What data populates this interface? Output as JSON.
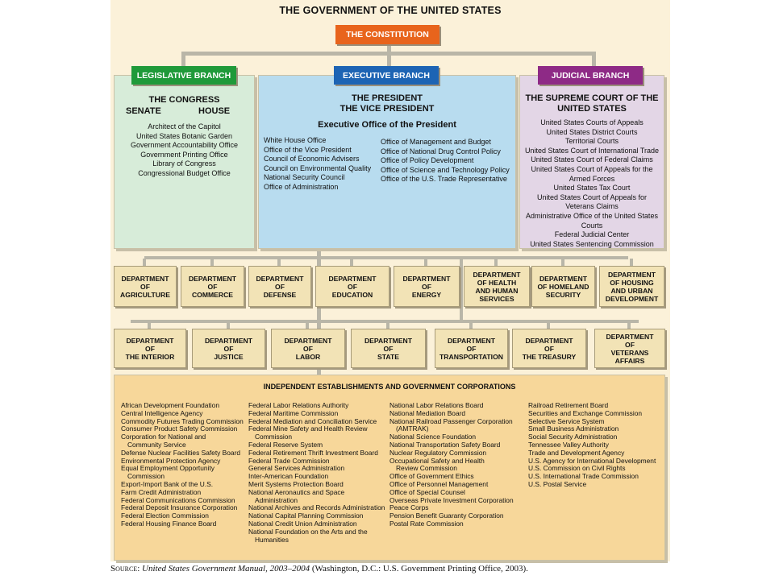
{
  "title": "THE GOVERNMENT OF THE UNITED STATES",
  "constitution": "THE CONSTITUTION",
  "legislative": {
    "label": "LEGISLATIVE BRANCH",
    "heading": "THE CONGRESS",
    "senate": "SENATE",
    "house": "HOUSE",
    "items": [
      "Architect of the Capitol",
      "United States Botanic Garden",
      "Government Accountability Office",
      "Government Printing Office",
      "Library of Congress",
      "Congressional Budget Office"
    ]
  },
  "executive": {
    "label": "EXECUTIVE BRANCH",
    "president": "THE PRESIDENT",
    "vice_president": "THE VICE PRESIDENT",
    "eop": "Executive Office of the President",
    "left_items": [
      "White House Office",
      "Office of the Vice President",
      "Council of Economic Advisers",
      "Council on Environmental Quality",
      "National Security Council",
      "Office of Administration"
    ],
    "right_items": [
      "Office of Management and Budget",
      "Office of National Drug Control Policy",
      "Office of Policy Development",
      "Office of Science and Technology Policy",
      "Office of the U.S. Trade Representative"
    ]
  },
  "judicial": {
    "label": "JUDICIAL BRANCH",
    "heading": "THE SUPREME COURT OF THE UNITED STATES",
    "items": [
      "United States Courts of Appeals",
      "United States District Courts",
      "Territorial Courts",
      "United States Court of International Trade",
      "United States Court of Federal Claims",
      "United States Court of Appeals for the Armed Forces",
      "United States Tax Court",
      "United States Court of Appeals for Veterans Claims",
      "Administrative Office of the United States Courts",
      "Federal Judicial Center",
      "United States Sentencing Commission"
    ]
  },
  "departments_row1": [
    "DEPARTMENT\nOF\nAGRICULTURE",
    "DEPARTMENT\nOF\nCOMMERCE",
    "DEPARTMENT\nOF\nDEFENSE",
    "DEPARTMENT\nOF\nEDUCATION",
    "DEPARTMENT\nOF\nENERGY",
    "DEPARTMENT\nOF HEALTH\nAND HUMAN\nSERVICES",
    "DEPARTMENT\nOF HOMELAND\nSECURITY",
    "DEPARTMENT\nOF HOUSING\nAND URBAN\nDEVELOPMENT"
  ],
  "departments_row2": [
    "DEPARTMENT\nOF\nTHE INTERIOR",
    "DEPARTMENT\nOF\nJUSTICE",
    "DEPARTMENT\nOF\nLABOR",
    "DEPARTMENT\nOF\nSTATE",
    "DEPARTMENT\nOF\nTRANSPORTATION",
    "DEPARTMENT\nOF\nTHE TREASURY",
    "DEPARTMENT\nOF\nVETERANS\nAFFAIRS"
  ],
  "independent": {
    "title": "INDEPENDENT ESTABLISHMENTS AND GOVERNMENT CORPORATIONS",
    "col1": [
      "African Development Foundation",
      "Central Intelligence Agency",
      "Commodity Futures Trading Commission",
      "Consumer Product Safety Commission",
      "Corporation for National and",
      "Community Service",
      "Defense Nuclear Facilities Safety Board",
      "Environmental Protection Agency",
      "Equal Employment Opportunity",
      "Commission",
      "Export-Import Bank of the U.S.",
      "Farm Credit Administration",
      "Federal Communications Commission",
      "Federal Deposit Insurance Corporation",
      "Federal Election Commission",
      "Federal Housing Finance Board"
    ],
    "col2": [
      "Federal Labor Relations Authority",
      "Federal Maritime Commission",
      "Federal Mediation and Conciliation Service",
      "Federal Mine Safety and Health Review",
      "Commission",
      "Federal Reserve System",
      "Federal Retirement Thrift Investment Board",
      "Federal Trade Commission",
      "General Services Administration",
      "Inter-American Foundation",
      "Merit Systems Protection Board",
      "National Aeronautics and Space",
      "Administration",
      "National Archives and Records Administration",
      "National Capital Planning Commission",
      "National Credit Union Administration",
      "National Foundation on the Arts and the",
      "Humanities"
    ],
    "col3": [
      "National Labor Relations Board",
      "National Mediation Board",
      "National Railroad Passenger Corporation",
      "(AMTRAK)",
      "National Science Foundation",
      "National Transportation Safety Board",
      "Nuclear Regulatory Commission",
      "Occupational Safety and Health",
      "Review Commission",
      "Office of Government Ethics",
      "Office of Personnel Management",
      "Office of Special Counsel",
      "Overseas Private Investment Corporation",
      "Peace Corps",
      "Pension Benefit Guaranty Corporation",
      "Postal Rate Commission"
    ],
    "col4": [
      "Railroad Retirement Board",
      "Securities and Exchange Commission",
      "Selective Service System",
      "Small Business Administration",
      "Social Security Administration",
      "Tennessee Valley Authority",
      "Trade and Development Agency",
      "U.S. Agency for International Development",
      "U.S. Commission on Civil Rights",
      "U.S. International Trade Commission",
      "U.S. Postal Service"
    ]
  },
  "source": {
    "label": "Source:",
    "title": "United States Government Manual, 2003–2004",
    "rest": " (Washington, D.C.: U.S. Government Printing Office, 2003)."
  },
  "colors": {
    "constitution": "#e8641c",
    "legislative": "#1f9a3a",
    "executive": "#1d64b4",
    "judicial": "#8e2a86",
    "legislative_panel": "#d7ecd9",
    "executive_panel": "#b8dcef",
    "judicial_panel": "#e3d6e6",
    "independent_panel": "#f7d79a"
  }
}
